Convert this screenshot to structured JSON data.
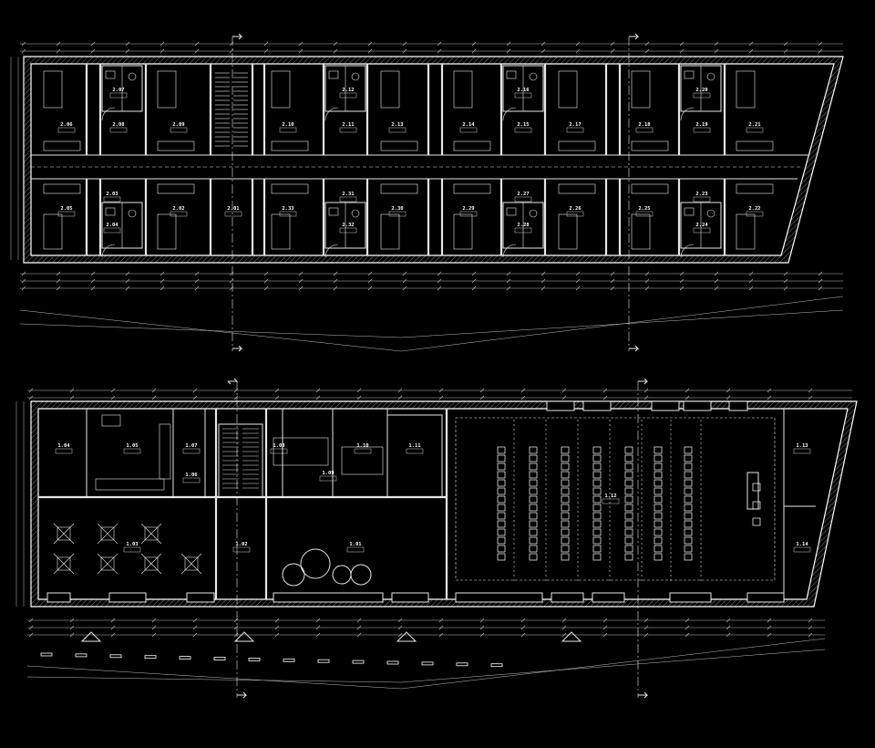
{
  "drawing": {
    "upper_floor": {
      "rooms_top_row": [
        "2.06",
        "2.07",
        "2.08",
        "2.09",
        "2.10",
        "2.11",
        "2.12",
        "2.13",
        "2.14",
        "2.15",
        "2.16",
        "2.17",
        "2.18",
        "2.19",
        "2.20",
        "2.21"
      ],
      "rooms_bottom_row": [
        "2.05",
        "2.03",
        "2.04",
        "2.02",
        "2.01",
        "2.33",
        "2.31",
        "2.32",
        "2.30",
        "2.29",
        "2.27",
        "2.28",
        "2.26",
        "2.25",
        "2.23",
        "2.24",
        "2.22"
      ]
    },
    "ground_floor": {
      "rooms": [
        "1.04",
        "1.05",
        "1.07",
        "1.06",
        "1.08",
        "1.09",
        "1.10",
        "1.11",
        "1.03",
        "1.02",
        "1.01",
        "1.12",
        "1.13",
        "1.14"
      ]
    }
  }
}
